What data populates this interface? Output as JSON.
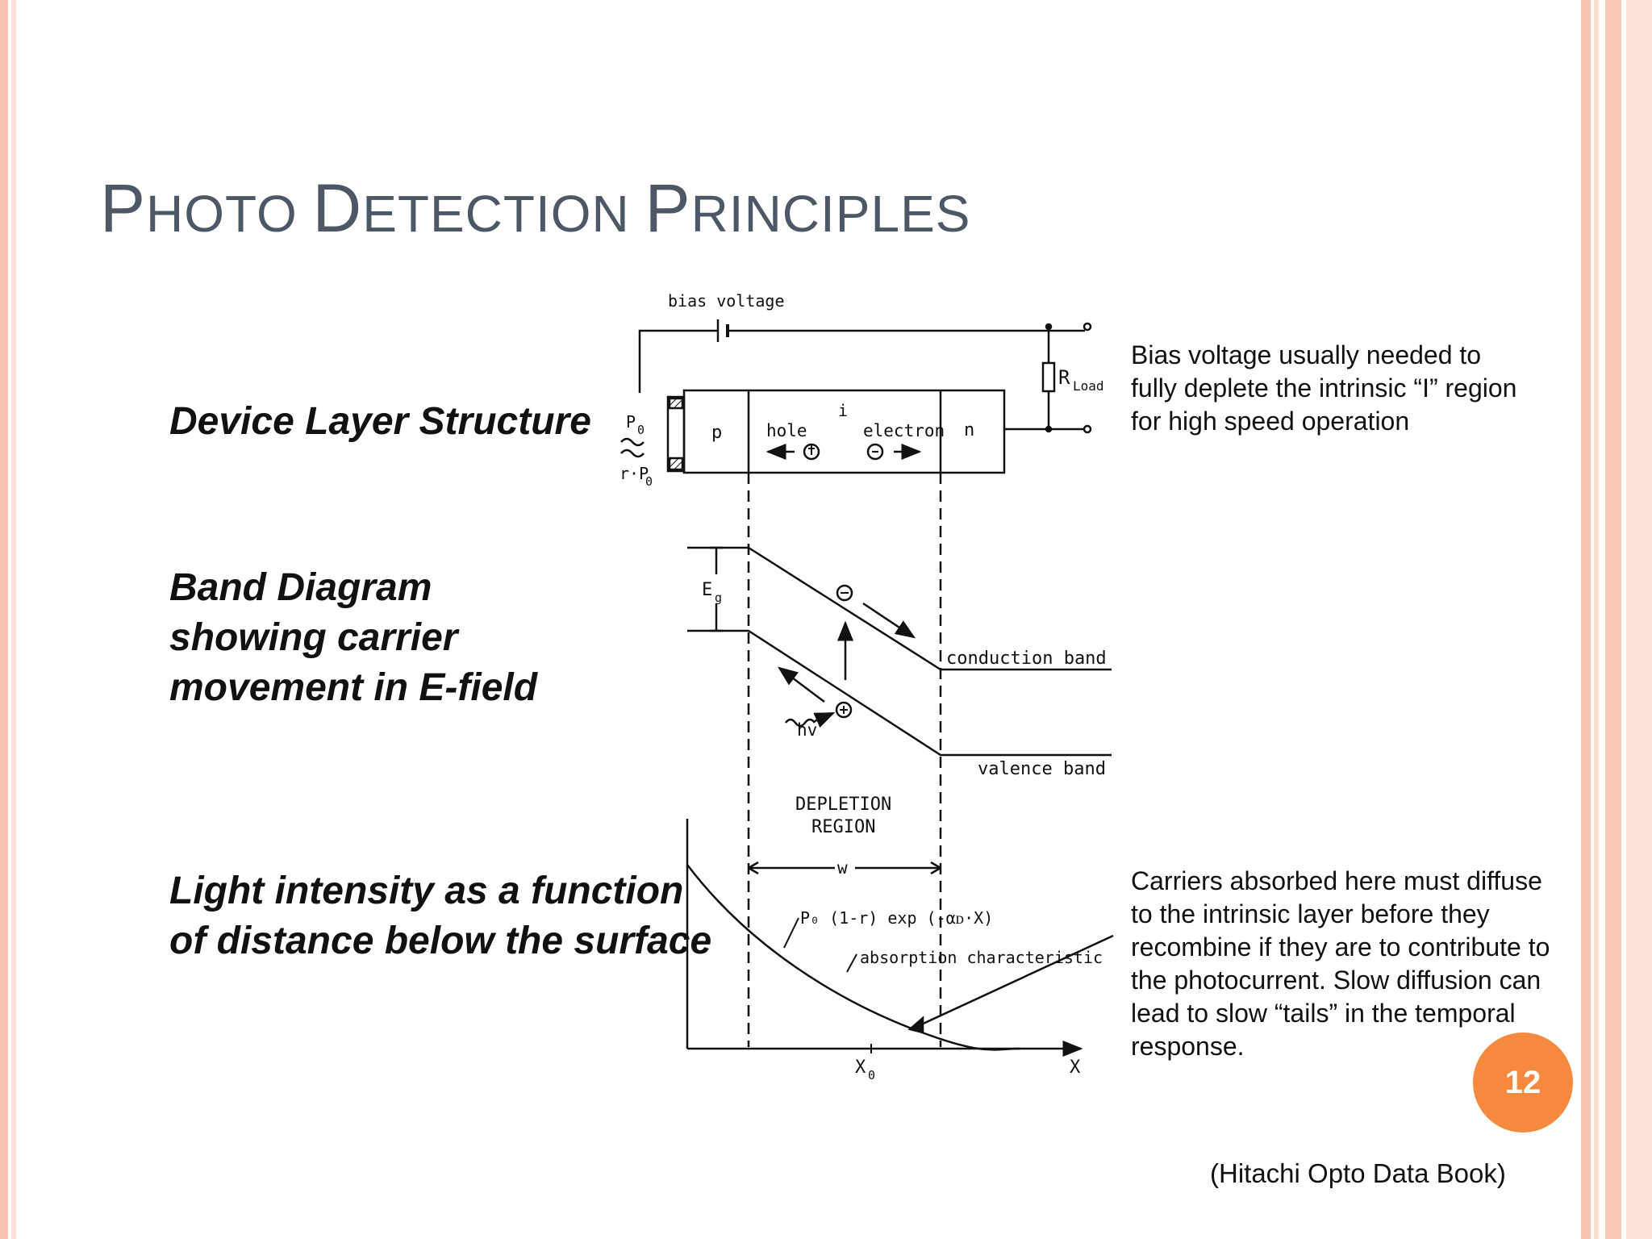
{
  "slide": {
    "title_parts": [
      {
        "text": "P",
        "cap": true
      },
      {
        "text": "HOTO ",
        "cap": false
      },
      {
        "text": "D",
        "cap": true
      },
      {
        "text": "ETECTION ",
        "cap": false
      },
      {
        "text": "P",
        "cap": true
      },
      {
        "text": "RINCIPLES",
        "cap": false
      }
    ],
    "page_number": "12",
    "source": "(Hitachi Opto Data Book)"
  },
  "labels": {
    "device": "Device Layer Structure",
    "band": "Band Diagram showing carrier movement in E-field",
    "light": "Light intensity as a function of distance below the surface"
  },
  "notes": {
    "bias": "Bias voltage usually needed to fully deplete the intrinsic “I” region for high speed operation",
    "carriers": "Carriers absorbed here must diffuse to the intrinsic layer before they recombine if they are to contribute to the photocurrent. Slow diffusion can lead to slow “tails” in the temporal response."
  },
  "diagram": {
    "bias_voltage": "bias voltage",
    "r_load": "R",
    "r_load_sub": "Load",
    "p": "p",
    "i": "i",
    "n": "n",
    "hole": "hole",
    "electron": "electron",
    "p0": "P",
    "p0_sub": "0",
    "r_p0": "r·P",
    "r_p0_sub": "0",
    "eg": "E",
    "eg_sub": "g",
    "hv": "hv",
    "conduction_band": "conduction band",
    "valence_band": "valence band",
    "depletion_line1": "DEPLETION",
    "depletion_line2": "REGION",
    "w": "w",
    "formula": "P₀ (1-r) exp (-αᴅ·X)",
    "absorption": "absorption characteristic",
    "x0": "X",
    "x0_sub": "0",
    "x_axis": "X"
  },
  "colors": {
    "title": "#4e5766",
    "badge": "#f58a3f",
    "stripe": "#f6c4b0"
  }
}
